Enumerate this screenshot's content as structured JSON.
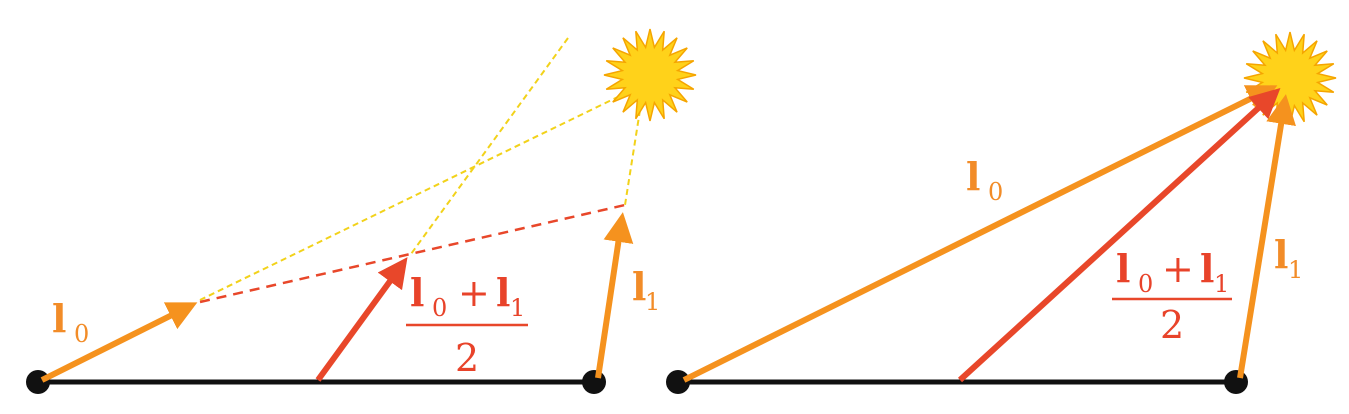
{
  "colors": {
    "orange": "#f5921e",
    "red": "#e8472a",
    "black": "#111111",
    "sun_fill": "#ffd21a",
    "sun_stroke": "#f5a500",
    "dash_yellow": "#f2d21a"
  },
  "left_panel": {
    "l0_label": "l",
    "l0_sub": "0",
    "l1_label": "l",
    "l1_sub": "1",
    "avg_num_a": "l",
    "avg_num_a_sub": "0",
    "avg_plus": "+",
    "avg_num_b": "l",
    "avg_num_b_sub": "1",
    "avg_den": "2",
    "sun_icon": "sun-icon"
  },
  "right_panel": {
    "l0_label": "l",
    "l0_sub": "0",
    "l1_label": "l",
    "l1_sub": "1",
    "avg_num_a": "l",
    "avg_num_a_sub": "0",
    "avg_plus": "+",
    "avg_num_b": "l",
    "avg_num_b_sub": "1",
    "avg_den": "2",
    "sun_icon": "sun-icon"
  }
}
